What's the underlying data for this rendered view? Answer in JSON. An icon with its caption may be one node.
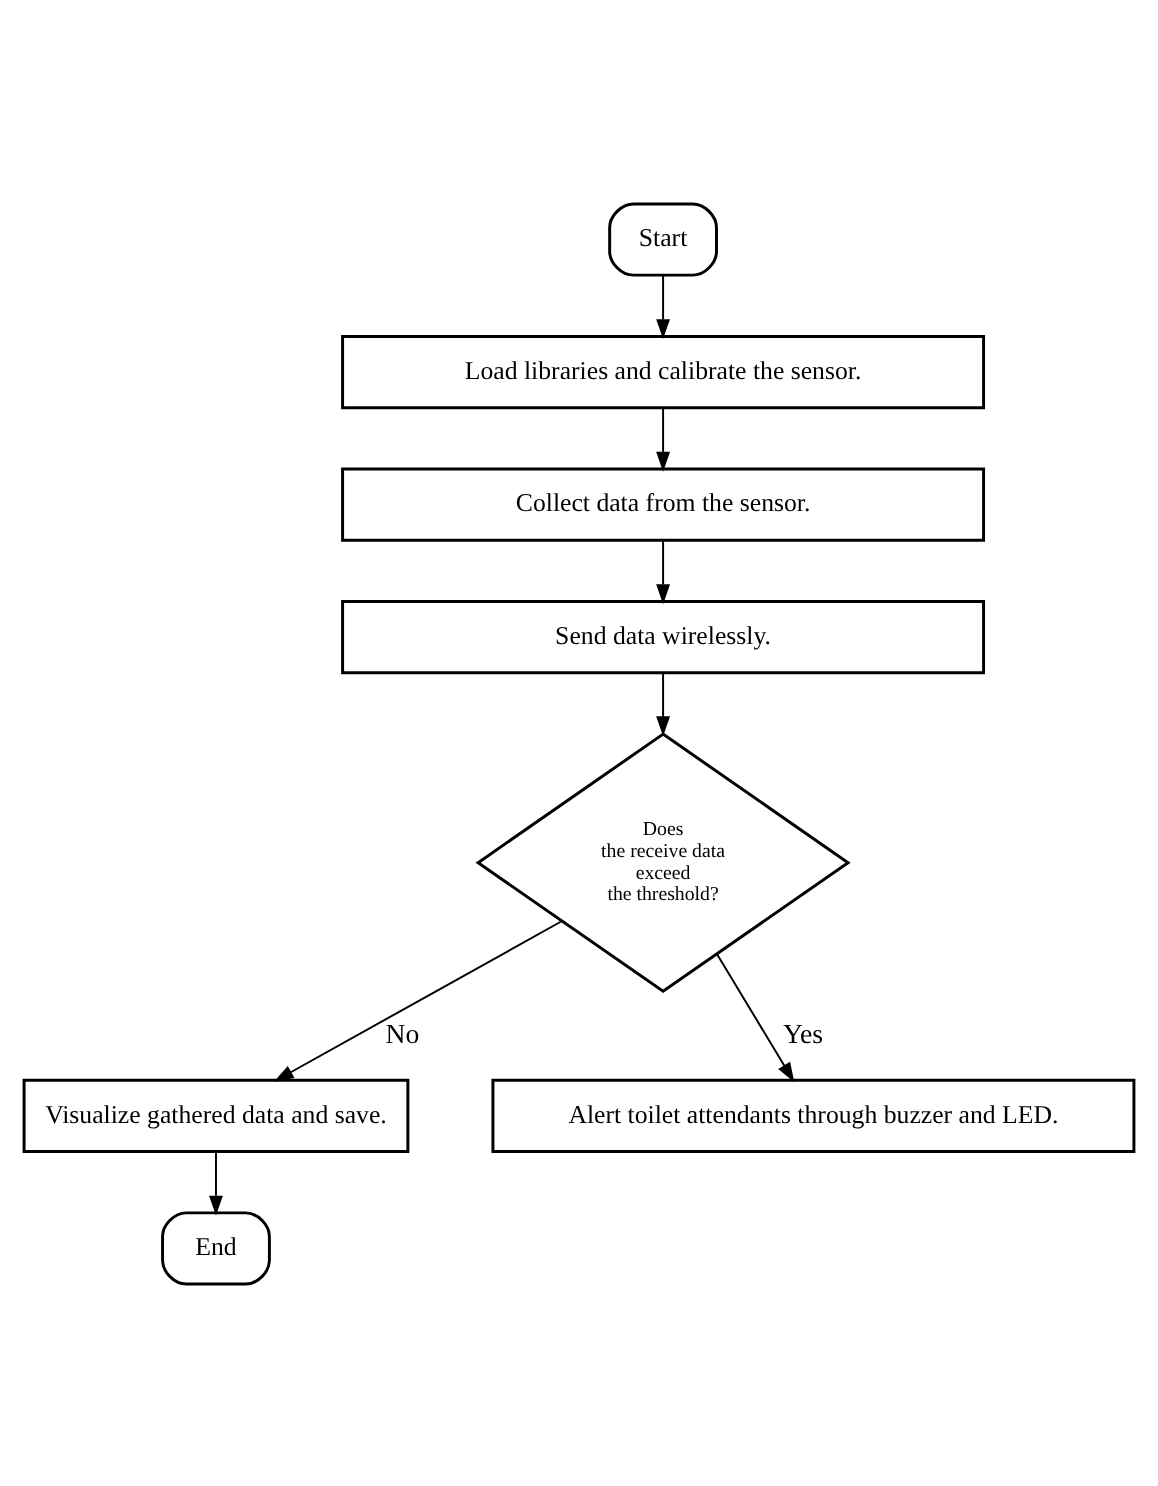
{
  "diagram": {
    "nodes": [
      {
        "text": [
          "Start"
        ]
      },
      {
        "text": [
          "Load libraries and calibrate the sensor."
        ]
      },
      {
        "text": [
          "Collect data from the sensor."
        ]
      },
      {
        "text": [
          "Send data wirelessly."
        ]
      },
      {
        "text": [
          "Does the receive data exceed the threshold?"
        ]
      },
      {
        "text": [
          "Visualize gathered data and save."
        ]
      },
      {
        "text": [
          "Alert toilet attendants through buzzer and LED."
        ]
      },
      {
        "text": [
          "End"
        ]
      }
    ],
    "edges": [
      {
        "from": 0,
        "to": 1,
        "arrow": "to"
      },
      {
        "from": 1,
        "to": 2,
        "arrow": "to"
      },
      {
        "from": 2,
        "to": 3,
        "arrow": "to"
      },
      {
        "from": 3,
        "to": 4,
        "arrow": "to"
      },
      {
        "from": 4,
        "to": 6,
        "arrow": "to",
        "label": "Yes"
      },
      {
        "from": 4,
        "to": 5,
        "arrow": "to",
        "label": "No"
      },
      {
        "from": 5,
        "to": 7,
        "arrow": "to"
      }
    ]
  }
}
